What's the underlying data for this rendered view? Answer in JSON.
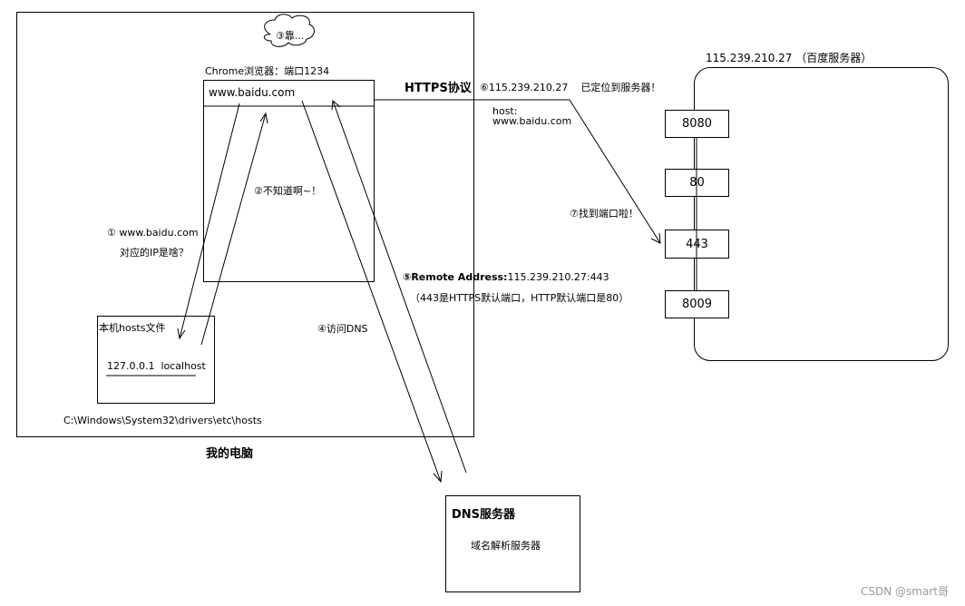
{
  "computer": {
    "caption": "我的电脑",
    "thought_bubble": "③靠...",
    "browser_label": "Chrome浏览器：端口1234",
    "browser_url": "www.baidu.com",
    "hosts_file_title": "本机hosts文件",
    "hosts_entry": "127.0.0.1  localhost",
    "hosts_path": "C:\\Windows\\System32\\drivers\\etc\\hosts"
  },
  "steps": {
    "step1_line1": "① www.baidu.com",
    "step1_line2": "对应的IP是啥？",
    "step2": "②不知道啊~！",
    "step4": "④访问DNS",
    "step5_bold": "⑤Remote Address:",
    "step5_value": "115.239.210.27:443",
    "step5_note": "（443是HTTPS默认端口，HTTP默认端口是80）",
    "step6": "⑥115.239.210.27    已定位到服务器！",
    "step7": "⑦找到端口啦！"
  },
  "protocol": {
    "label": "HTTPS协议",
    "host_label": "host:",
    "host_value": "www.baidu.com"
  },
  "server": {
    "title": "115.239.210.27 （百度服务器）",
    "ports": [
      "8080",
      "80",
      "443",
      "8009"
    ]
  },
  "dns": {
    "title": "DNS服务器",
    "subtitle": "域名解析服务器"
  },
  "watermark": "CSDN @smart哥"
}
